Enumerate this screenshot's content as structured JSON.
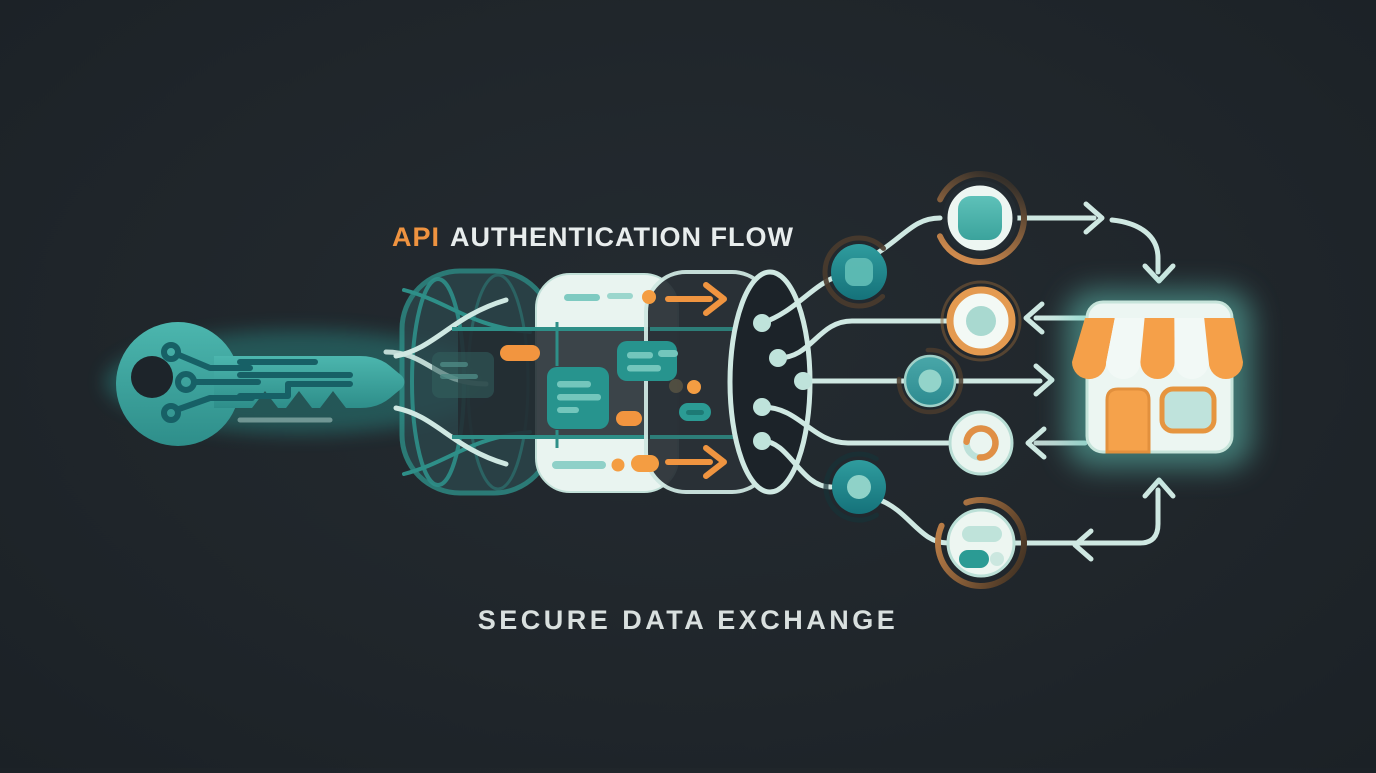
{
  "title": {
    "accent": "API",
    "rest": "AUTHENTICATION FLOW"
  },
  "subtitle": "SECURE DATA EXCHANGE",
  "colors": {
    "background": "#20262b",
    "orange": "#ef9340",
    "teal_outline": "#2e8f88",
    "mint_line": "#cfe8e2",
    "panel_white": "#ecf6f2",
    "node_teal": "#2a9297",
    "ring_copper": "#c9854f",
    "title_text": "#e8eded",
    "subtitle_text": "#d9e0df",
    "store_glow": "#63cfc0"
  },
  "icons": {
    "key": "circuit-key-icon",
    "tunnel": "secure-tunnel-icon",
    "store": "storefront-icon",
    "endpoints": [
      "teal-square-ring-node",
      "teal-chip-node",
      "orange-ring-node",
      "teal-dot-node",
      "orange-arc-node",
      "teal-core-node",
      "data-pills-node"
    ]
  }
}
